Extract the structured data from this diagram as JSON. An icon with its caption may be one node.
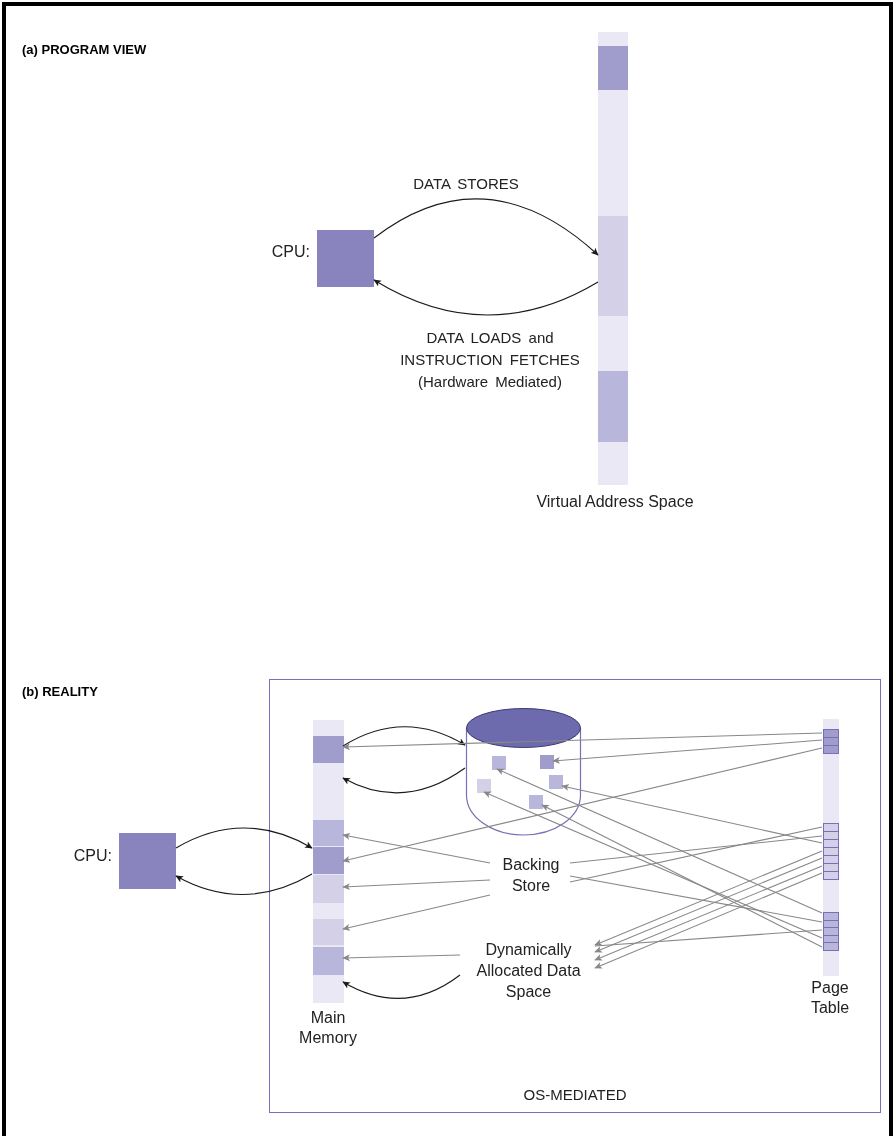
{
  "diagram": {
    "nodes": [
      {
        "text": [],
        "shape": "box",
        "beside": [
          "CPU:"
        ]
      },
      {
        "text": [],
        "shape": "bar",
        "beside": [
          "Virtual Address Space"
        ]
      },
      {
        "text": [
          "OS-MEDIATED"
        ]
      },
      {
        "text": [],
        "shape": "box",
        "beside": [
          "CPU:"
        ]
      },
      {
        "text": [],
        "shape": "bar",
        "beside": [
          "Main Memory"
        ],
        "in": 2
      },
      {
        "text": [],
        "shape": "cylinder",
        "in": 2
      },
      {
        "text": [],
        "shape": "box",
        "in": 5
      },
      {
        "text": [],
        "shape": "box",
        "in": 5
      },
      {
        "text": [],
        "shape": "box",
        "in": 5
      },
      {
        "text": [],
        "shape": "box",
        "in": 5
      },
      {
        "text": [],
        "shape": "box",
        "in": 5
      },
      {
        "text": [
          "Backing Store"
        ],
        "in": 2
      },
      {
        "text": [
          "Dynamically Allocated Data Space"
        ],
        "in": 2
      },
      {
        "text": [],
        "shape": "bar",
        "beside": [
          "Page Table"
        ],
        "in": 2
      }
    ],
    "edges": [
      {
        "from": 0,
        "to": 1,
        "arrow": "to",
        "label": "DATA STORES",
        "color": "#1a1a1a"
      },
      {
        "from": 1,
        "to": 0,
        "arrow": "to",
        "label": "DATA LOADS and INSTRUCTION FETCHES (Hardware Mediated)",
        "color": "#1a1a1a"
      },
      {
        "from": 3,
        "to": 4,
        "arrow": "to",
        "color": "#1a1a1a"
      },
      {
        "from": 4,
        "to": 3,
        "arrow": "to",
        "color": "#1a1a1a"
      },
      {
        "from": 4,
        "to": 5,
        "arrow": "to",
        "color": "#1a1a1a"
      },
      {
        "from": 5,
        "to": 4,
        "arrow": "to",
        "color": "#1a1a1a"
      },
      {
        "from": 12,
        "to": 4,
        "arrow": "to",
        "color": "#1a1a1a"
      },
      {
        "from": 13,
        "to": 4,
        "arrow": "to"
      },
      {
        "from": 13,
        "to": 7,
        "arrow": "to"
      },
      {
        "from": 13,
        "to": 4,
        "arrow": "to"
      },
      {
        "from": 13,
        "to": 11,
        "arrow": "none"
      },
      {
        "from": 13,
        "to": 11,
        "arrow": "none"
      },
      {
        "from": 13,
        "to": 9,
        "arrow": "to"
      },
      {
        "from": 13,
        "to": 12,
        "arrow": "to"
      },
      {
        "from": 13,
        "to": 12,
        "arrow": "to"
      },
      {
        "from": 13,
        "to": 12,
        "arrow": "to"
      },
      {
        "from": 13,
        "to": 12,
        "arrow": "to"
      },
      {
        "from": 13,
        "to": 11,
        "arrow": "none"
      },
      {
        "from": 13,
        "to": 12,
        "arrow": "none"
      },
      {
        "from": 13,
        "to": 6,
        "arrow": "to"
      },
      {
        "from": 13,
        "to": 8,
        "arrow": "to"
      },
      {
        "from": 13,
        "to": 10,
        "arrow": "to"
      },
      {
        "from": 11,
        "to": 4,
        "arrow": "to"
      },
      {
        "from": 11,
        "to": 4,
        "arrow": "to"
      },
      {
        "from": 11,
        "to": 4,
        "arrow": "to"
      },
      {
        "from": 12,
        "to": 4,
        "arrow": "to"
      }
    ],
    "labels": [
      "(a) PROGRAM VIEW",
      "(b) REALITY"
    ]
  }
}
